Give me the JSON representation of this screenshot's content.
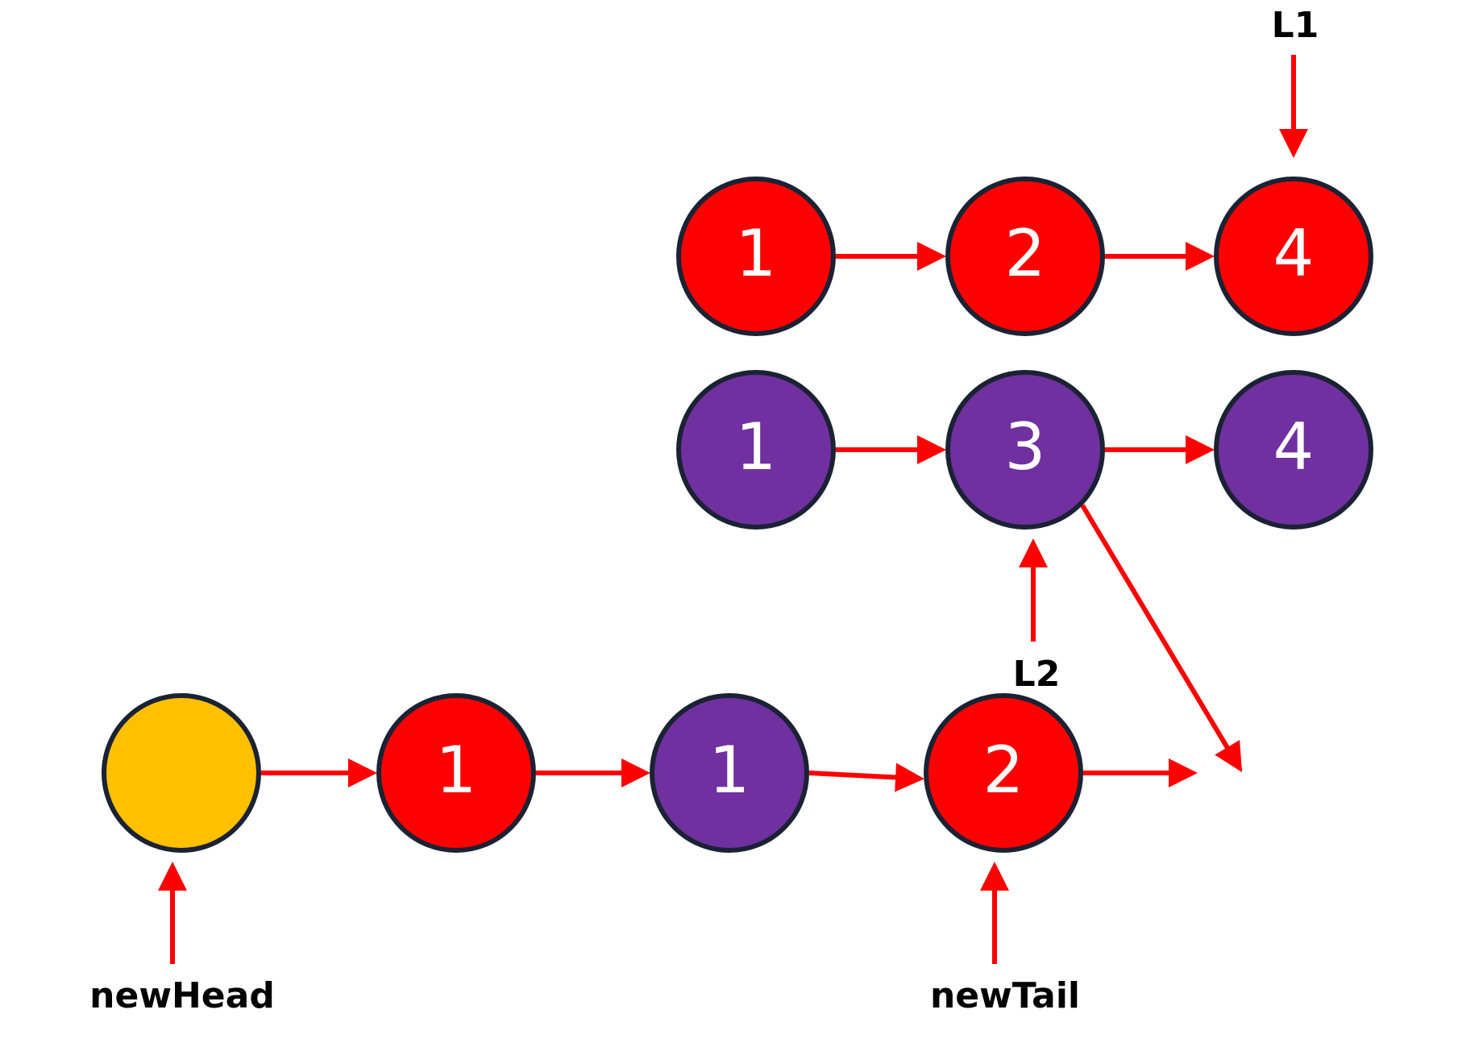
{
  "colors": {
    "list1_node": "#ff0000",
    "list2_node": "#7030a0",
    "dummy_node": "#ffc000",
    "node_border": "#1a2233",
    "arrow": "#ff0000",
    "node_text": "#ffffff"
  },
  "list_l1": {
    "nodes": [
      "1",
      "2",
      "4"
    ]
  },
  "list_l2": {
    "nodes": [
      "1",
      "3",
      "4"
    ]
  },
  "merged": {
    "dummy": "",
    "nodes": [
      "1",
      "1",
      "2"
    ]
  },
  "pointers": {
    "l1": "L1",
    "l2": "L2",
    "new_head": "newHead",
    "new_tail": "newTail"
  }
}
